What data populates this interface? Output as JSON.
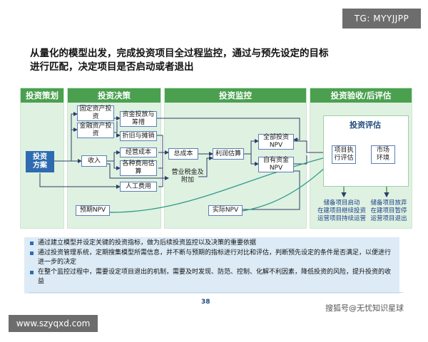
{
  "watermark_top": "TG: MYYJJPP",
  "headline": {
    "line1": "从量化的模型出发，完成投资项目全过程监控，通过与预先设定的目标",
    "line2": "进行匹配，决定项目是否启动或者退出"
  },
  "phases": [
    {
      "label": "投资策划"
    },
    {
      "label": "投资决策"
    },
    {
      "label": "投资监控"
    },
    {
      "label": "投资验收/后评估"
    }
  ],
  "nodes": {
    "plan": "投资\n方案",
    "fixed_asset": "固定资产投\n资",
    "finance_asset": "金融资产投\n资",
    "funding": "资金投放与\n筹措",
    "depreciation": "折旧与摊销",
    "revenue": "收入",
    "op_cost": "经营成本",
    "misc_cost": "各种费用估\n算",
    "labor_cost": "人工费用",
    "total_cost": "总成本",
    "profit": "利润估算",
    "tax": "营业税金及\n附加",
    "full_npv": "全部投资\nNPV",
    "own_npv": "自有资金\nNPV",
    "plan_npv": "预期NPV",
    "actual_npv": "实际NPV"
  },
  "evaluation": {
    "title": "投资评估",
    "item_execution": "项目执\n行评估",
    "market": "市场\n环境",
    "outcome_left": [
      "储备项目启动",
      "在建项目继续投资",
      "运营项目持续运营"
    ],
    "outcome_right": [
      "储备项目放弃",
      "在建项目暂停",
      "运营项目退出"
    ]
  },
  "bullets": [
    "通过建立模型并设定关键的投资指标，做为后续投资监控以及决策的重要依据",
    "通过投资管理系统，定期搜集模型所需信息，并不断与预期的指标进行对比和评估，判断预先设定的条件是否满足，以便进行进一步的决定",
    "在整个监控过程中，需要设定项目退出的机制，需要及时发现、防范、控制、化解不利因素，降低投资的风险，提升投资的收益"
  ],
  "page_number": "38",
  "footer_left": "www.szyqxd.com",
  "footer_right": "搜狐号@无忧知识星球",
  "colors": {
    "phase_header": "#4aa04f",
    "phase_bg": "#dff1e1",
    "accent_blue": "#2e6bb0",
    "bullet_bg": "#dcebf6"
  }
}
